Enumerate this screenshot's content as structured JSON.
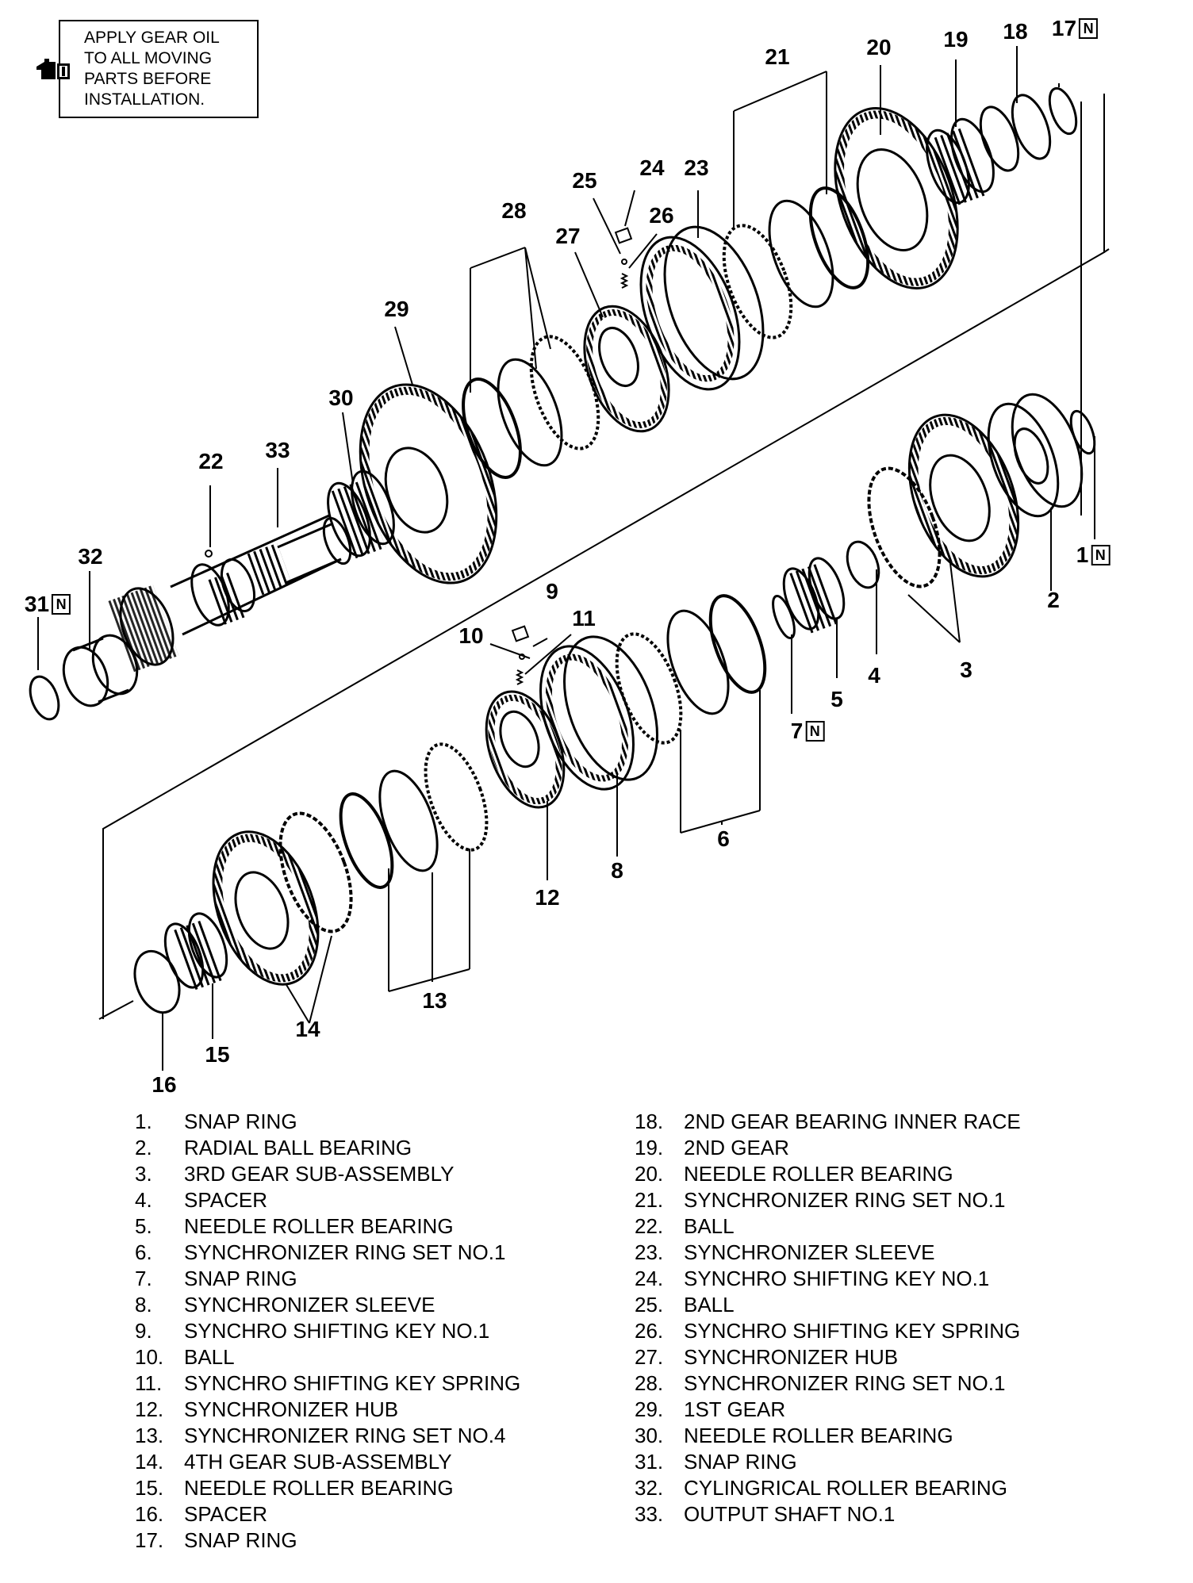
{
  "note": {
    "lines": [
      "APPLY GEAR OIL",
      "TO ALL MOVING",
      "PARTS BEFORE",
      "INSTALLATION."
    ],
    "icon": "oil-can-icon"
  },
  "callouts": [
    {
      "id": "c1",
      "label": "1",
      "badge": "N"
    },
    {
      "id": "c2",
      "label": "2",
      "badge": ""
    },
    {
      "id": "c3",
      "label": "3",
      "badge": ""
    },
    {
      "id": "c4",
      "label": "4",
      "badge": ""
    },
    {
      "id": "c5",
      "label": "5",
      "badge": ""
    },
    {
      "id": "c6",
      "label": "6",
      "badge": ""
    },
    {
      "id": "c7",
      "label": "7",
      "badge": "N"
    },
    {
      "id": "c8",
      "label": "8",
      "badge": ""
    },
    {
      "id": "c9",
      "label": "9",
      "badge": ""
    },
    {
      "id": "c10",
      "label": "10",
      "badge": ""
    },
    {
      "id": "c11",
      "label": "11",
      "badge": ""
    },
    {
      "id": "c12",
      "label": "12",
      "badge": ""
    },
    {
      "id": "c13",
      "label": "13",
      "badge": ""
    },
    {
      "id": "c14",
      "label": "14",
      "badge": ""
    },
    {
      "id": "c15",
      "label": "15",
      "badge": ""
    },
    {
      "id": "c16",
      "label": "16",
      "badge": ""
    },
    {
      "id": "c17",
      "label": "17",
      "badge": "N"
    },
    {
      "id": "c18",
      "label": "18",
      "badge": ""
    },
    {
      "id": "c19",
      "label": "19",
      "badge": ""
    },
    {
      "id": "c20",
      "label": "20",
      "badge": ""
    },
    {
      "id": "c21",
      "label": "21",
      "badge": ""
    },
    {
      "id": "c22",
      "label": "22",
      "badge": ""
    },
    {
      "id": "c23",
      "label": "23",
      "badge": ""
    },
    {
      "id": "c24",
      "label": "24",
      "badge": ""
    },
    {
      "id": "c25",
      "label": "25",
      "badge": ""
    },
    {
      "id": "c26",
      "label": "26",
      "badge": ""
    },
    {
      "id": "c27",
      "label": "27",
      "badge": ""
    },
    {
      "id": "c28",
      "label": "28",
      "badge": ""
    },
    {
      "id": "c29",
      "label": "29",
      "badge": ""
    },
    {
      "id": "c30",
      "label": "30",
      "badge": ""
    },
    {
      "id": "c31",
      "label": "31",
      "badge": "N"
    },
    {
      "id": "c32",
      "label": "32",
      "badge": ""
    },
    {
      "id": "c33",
      "label": "33",
      "badge": ""
    }
  ],
  "legend": {
    "left": [
      {
        "num": "1.",
        "name": "SNAP RING"
      },
      {
        "num": "2.",
        "name": "RADIAL BALL BEARING"
      },
      {
        "num": "3.",
        "name": "3RD GEAR SUB-ASSEMBLY"
      },
      {
        "num": "4.",
        "name": "SPACER"
      },
      {
        "num": "5.",
        "name": "NEEDLE ROLLER BEARING"
      },
      {
        "num": "6.",
        "name": "SYNCHRONIZER RING SET NO.1"
      },
      {
        "num": "7.",
        "name": "SNAP RING"
      },
      {
        "num": "8.",
        "name": "SYNCHRONIZER SLEEVE"
      },
      {
        "num": "9.",
        "name": "SYNCHRO SHIFTING KEY NO.1"
      },
      {
        "num": "10.",
        "name": "BALL"
      },
      {
        "num": "11.",
        "name": "SYNCHRO SHIFTING KEY SPRING"
      },
      {
        "num": "12.",
        "name": "SYNCHRONIZER HUB"
      },
      {
        "num": "13.",
        "name": "SYNCHRONIZER RING SET NO.4"
      },
      {
        "num": "14.",
        "name": "4TH GEAR SUB-ASSEMBLY"
      },
      {
        "num": "15.",
        "name": "NEEDLE ROLLER BEARING"
      },
      {
        "num": "16.",
        "name": "SPACER"
      },
      {
        "num": "17.",
        "name": "SNAP RING"
      }
    ],
    "right": [
      {
        "num": "18.",
        "name": "2ND GEAR BEARING INNER RACE"
      },
      {
        "num": "19.",
        "name": "2ND GEAR"
      },
      {
        "num": "20.",
        "name": "NEEDLE ROLLER BEARING"
      },
      {
        "num": "21.",
        "name": "SYNCHRONIZER RING SET NO.1"
      },
      {
        "num": "22.",
        "name": "BALL"
      },
      {
        "num": "23.",
        "name": "SYNCHRONIZER SLEEVE"
      },
      {
        "num": "24.",
        "name": "SYNCHRO SHIFTING KEY NO.1"
      },
      {
        "num": "25.",
        "name": "BALL"
      },
      {
        "num": "26.",
        "name": "SYNCHRO SHIFTING KEY SPRING"
      },
      {
        "num": "27.",
        "name": "SYNCHRONIZER HUB"
      },
      {
        "num": "28.",
        "name": "SYNCHRONIZER RING SET NO.1"
      },
      {
        "num": "29.",
        "name": "1ST GEAR"
      },
      {
        "num": "30.",
        "name": "NEEDLE ROLLER BEARING"
      },
      {
        "num": "31.",
        "name": "SNAP RING"
      },
      {
        "num": "32.",
        "name": "CYLINGRICAL ROLLER BEARING"
      },
      {
        "num": "33.",
        "name": "OUTPUT SHAFT NO.1"
      }
    ]
  }
}
